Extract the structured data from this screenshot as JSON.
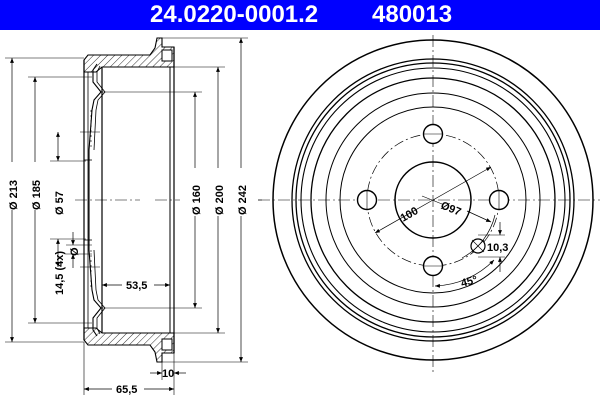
{
  "header": {
    "part_number": "24.0220-0001.2",
    "ref_number": "480013",
    "background_color": "#0000ff",
    "text_color": "#ffffff"
  },
  "section_view": {
    "dimensions": {
      "d213": "Ø 213",
      "d185": "Ø 185",
      "d57": "Ø 57",
      "bolt_hole": "14,5 (4x)",
      "bolt_hole_symbol": "Ø",
      "d160": "Ø 160",
      "d200": "Ø 200",
      "d242": "Ø 242",
      "depth_inner": "53,5",
      "total_height": "65,5",
      "flange_width": "10"
    }
  },
  "front_view": {
    "dimensions": {
      "pcd": "100",
      "hub": "Ø97",
      "hole": "10,3",
      "angle": "45°"
    }
  }
}
